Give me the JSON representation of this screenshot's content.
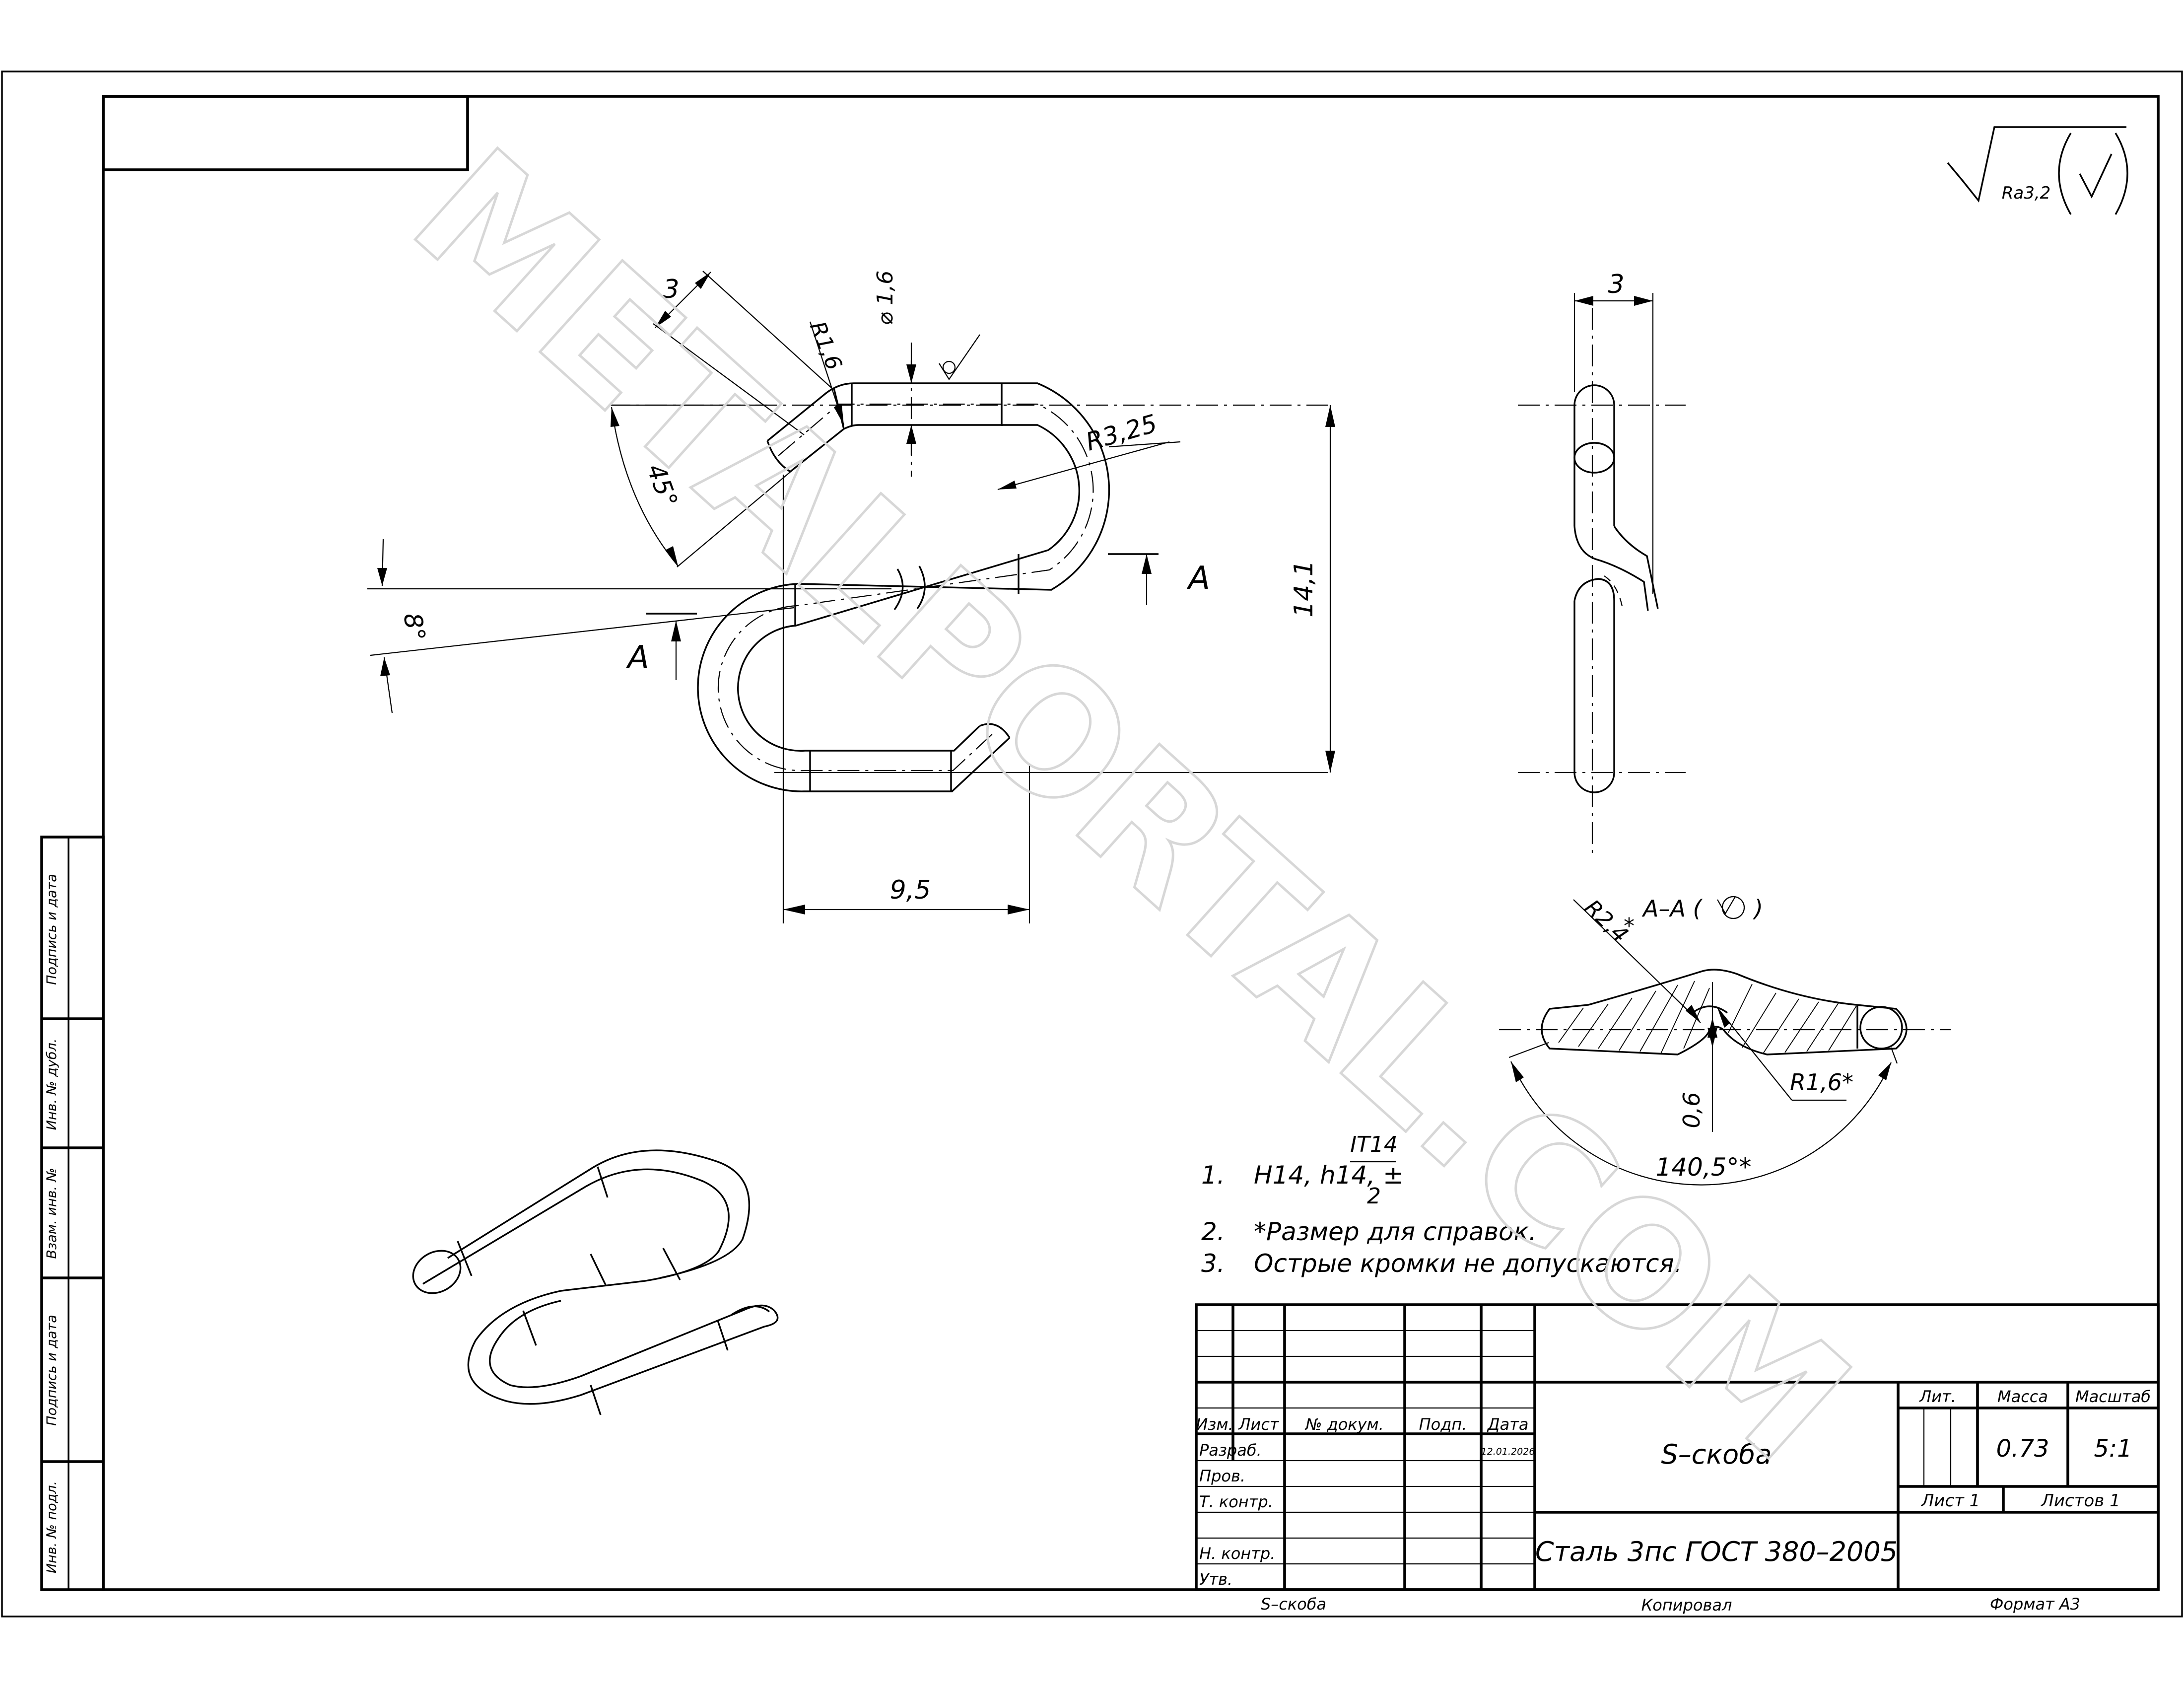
{
  "dimensions": {
    "wire_diameter": "⌀ 1,6",
    "bend_radius_top": "R1,6",
    "end_length": "3",
    "angle_45": "45°",
    "outer_radius": "R3,25",
    "angle_8": "8°",
    "height": "14,1",
    "width": "9,5",
    "side_width": "3",
    "section_radius_outer": "R2,4",
    "section_radius_outer_mark": "*",
    "section_radius_inner": "R1,6*",
    "section_offset": "0,6",
    "section_angle": "140,5°*"
  },
  "section": {
    "mark_left": "A",
    "mark_right": "A",
    "title": "А–А ("
  },
  "roughness": {
    "value": "Ra3,2"
  },
  "notes": [
    {
      "num": "1.",
      "text": "H14, h14, ±",
      "frac_top": "IT14",
      "frac_bottom": "2"
    },
    {
      "num": "2.",
      "text": "*Размер для справок."
    },
    {
      "num": "3.",
      "text": "Острые кромки не допускаются."
    }
  ],
  "side_labels": [
    "Подпись и дата",
    "Инв. № дубл.",
    "Взам. инв. №",
    "Подпись и дата",
    "Инв. № подл."
  ],
  "title_block": {
    "headers": {
      "izm": "Изм.",
      "list": "Лист",
      "doc": "№ докум.",
      "sign": "Подп.",
      "date": "Дата"
    },
    "date_value": "12.01.2026",
    "roles": [
      "Разраб.",
      "Пров.",
      "Т. контр.",
      "Н. контр.",
      "Утв."
    ],
    "part_name": "S–скоба",
    "material": "Сталь 3пс ГОСТ 380–2005",
    "lit_label": "Лит.",
    "mass_label": "Масса",
    "scale_label": "Масштаб",
    "mass": "0.73",
    "scale": "5:1",
    "sheet": "Лист 1",
    "sheets": "Листов 1",
    "footer_name": "S–скоба",
    "copied": "Копировал",
    "format": "Формат А3"
  },
  "watermark": "METALPORTAL.COM"
}
